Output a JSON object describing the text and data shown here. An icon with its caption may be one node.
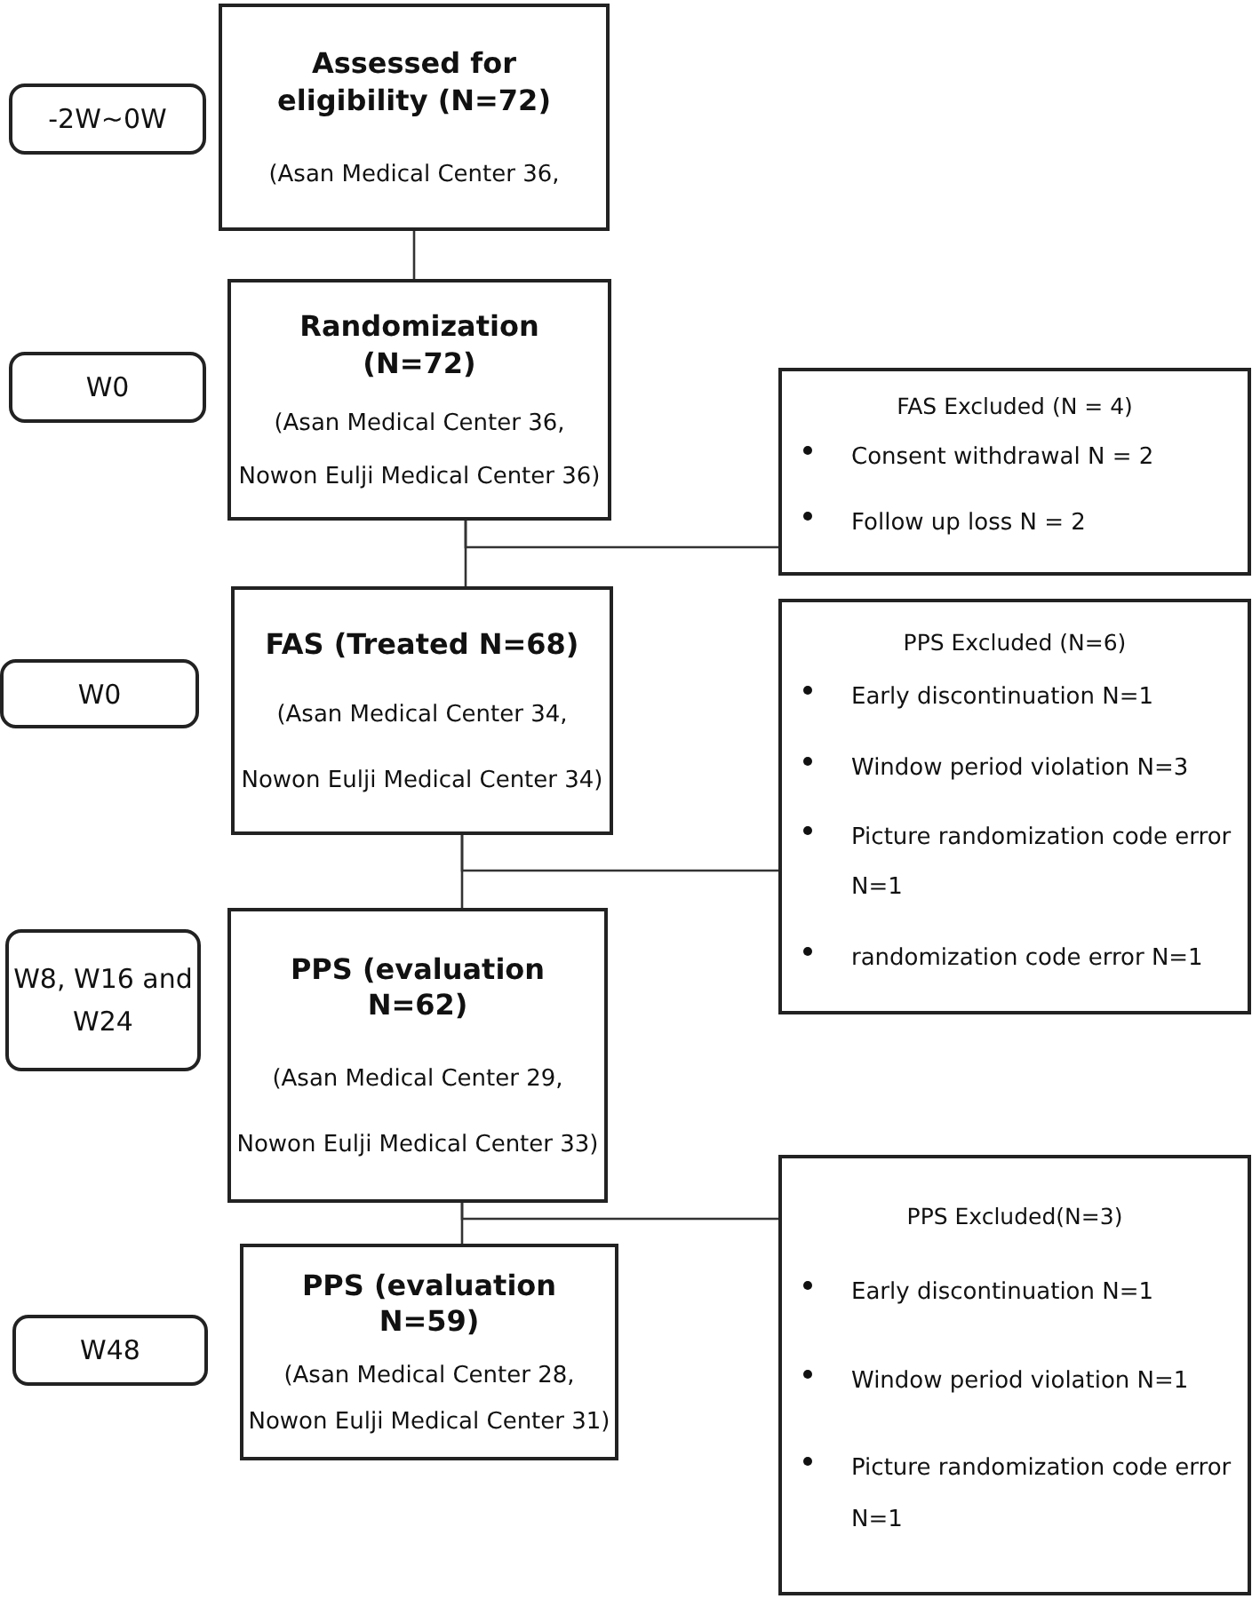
{
  "diagram": {
    "nodes": [
      {
        "text": [
          "Assessed for eligibility (N=72)",
          "(Asan Medical Center 36,"
        ]
      },
      {
        "text": [
          "Randomization (N=72)",
          "(Asan Medical Center 36,",
          "Nowon Eulji Medical Center 36)"
        ]
      },
      {
        "text": [
          "FAS Excluded (N = 4)",
          "Consent withdrawal N = 2",
          "Follow up loss N = 2"
        ]
      },
      {
        "text": [
          "FAS (Treated N=68)",
          "(Asan Medical Center 34,",
          "Nowon Eulji Medical Center 34)"
        ]
      },
      {
        "text": [
          "PPS Excluded (N=6)",
          "Early discontinuation N=1",
          "Window period violation N=3",
          "Picture randomization code error N=1",
          "randomization code error N=1"
        ]
      },
      {
        "text": [
          "PPS (evaluation N=62)",
          "(Asan Medical Center 29,",
          "Nowon Eulji Medical Center 33)"
        ]
      },
      {
        "text": [
          "PPS Excluded(N=3)",
          "Early discontinuation N=1",
          "Window period violation N=1",
          "Picture randomization code error N=1"
        ]
      },
      {
        "text": [
          "PPS (evaluation N=59)",
          "(Asan Medical Center 28,",
          "Nowon Eulji Medical Center 31)"
        ]
      },
      {
        "text": [
          "-2W~0W"
        ]
      },
      {
        "text": [
          "W0"
        ]
      },
      {
        "text": [
          "W0"
        ]
      },
      {
        "text": [
          "W8, W16 and W24"
        ]
      },
      {
        "text": [
          "W48"
        ]
      }
    ],
    "edges": [
      {
        "from": 0,
        "to": 1,
        "arrow": "none"
      },
      {
        "from": 1,
        "to": 3,
        "arrow": "none"
      },
      {
        "from": 1,
        "to": 2,
        "arrow": "none"
      },
      {
        "from": 3,
        "to": 5,
        "arrow": "none"
      },
      {
        "from": 3,
        "to": 4,
        "arrow": "none"
      },
      {
        "from": 5,
        "to": 7,
        "arrow": "none"
      },
      {
        "from": 5,
        "to": 6,
        "arrow": "none"
      }
    ]
  }
}
